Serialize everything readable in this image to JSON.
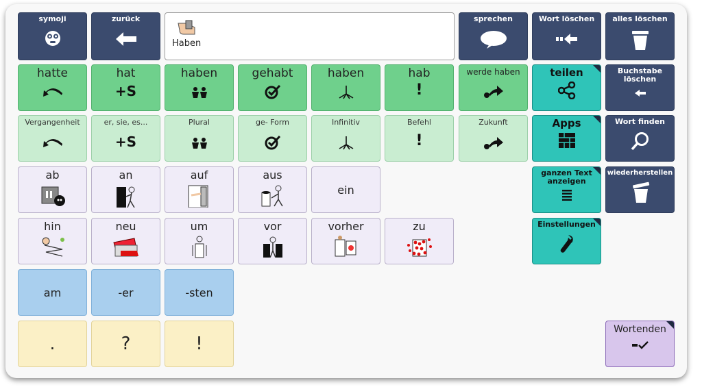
{
  "controls": {
    "symoji": "symoji",
    "back": "zurück",
    "speak": "sprechen",
    "delete_word": "Wort löschen",
    "delete_all": "alles löschen",
    "delete_letter": "Buchstabe löschen",
    "find_word": "Wort finden",
    "restore": "wiederherstellen"
  },
  "message_bar": {
    "word": "Haben"
  },
  "verbs_row1": [
    {
      "label": "hatte",
      "icon": "past-arrow-icon"
    },
    {
      "label": "hat",
      "icon": "+S"
    },
    {
      "label": "haben",
      "icon": "plural-people-icon"
    },
    {
      "label": "gehabt",
      "icon": "check-icon"
    },
    {
      "label": "haben",
      "icon": "root-icon"
    },
    {
      "label": "hab",
      "icon": "!"
    },
    {
      "label": "werde haben",
      "icon": "future-arrow-icon"
    }
  ],
  "verbs_row2": [
    {
      "label": "Vergangenheit",
      "icon": "past-arrow-icon"
    },
    {
      "label": "er, sie, es...",
      "icon": "+S"
    },
    {
      "label": "Plural",
      "icon": "plural-people-icon"
    },
    {
      "label": "ge- Form",
      "icon": "check-icon"
    },
    {
      "label": "Infinitiv",
      "icon": "root-icon"
    },
    {
      "label": "Befehl",
      "icon": "!"
    },
    {
      "label": "Zukunft",
      "icon": "future-arrow-icon"
    }
  ],
  "teal_buttons": {
    "share": "teilen",
    "apps": "Apps",
    "show_text": "ganzen Text anzeigen",
    "settings": "Einstellungen"
  },
  "prefixes_row1": [
    "ab",
    "an",
    "auf",
    "aus",
    "ein"
  ],
  "prefixes_row2": [
    "hin",
    "neu",
    "um",
    "vor",
    "vorher",
    "zu"
  ],
  "suffixes": [
    "am",
    "-er",
    "-sten"
  ],
  "punctuation": [
    ".",
    "?",
    "!"
  ],
  "word_end": "Wortenden",
  "colors": {
    "control": "#3b4b6e",
    "teal": "#2fc4b8",
    "verb_dark": "#6fd08c",
    "verb_light": "#c9edd1",
    "prep": "#f0ecf8",
    "suffix": "#a9cfee",
    "punct": "#fbf0c6",
    "word_end": "#d8c6ec"
  }
}
